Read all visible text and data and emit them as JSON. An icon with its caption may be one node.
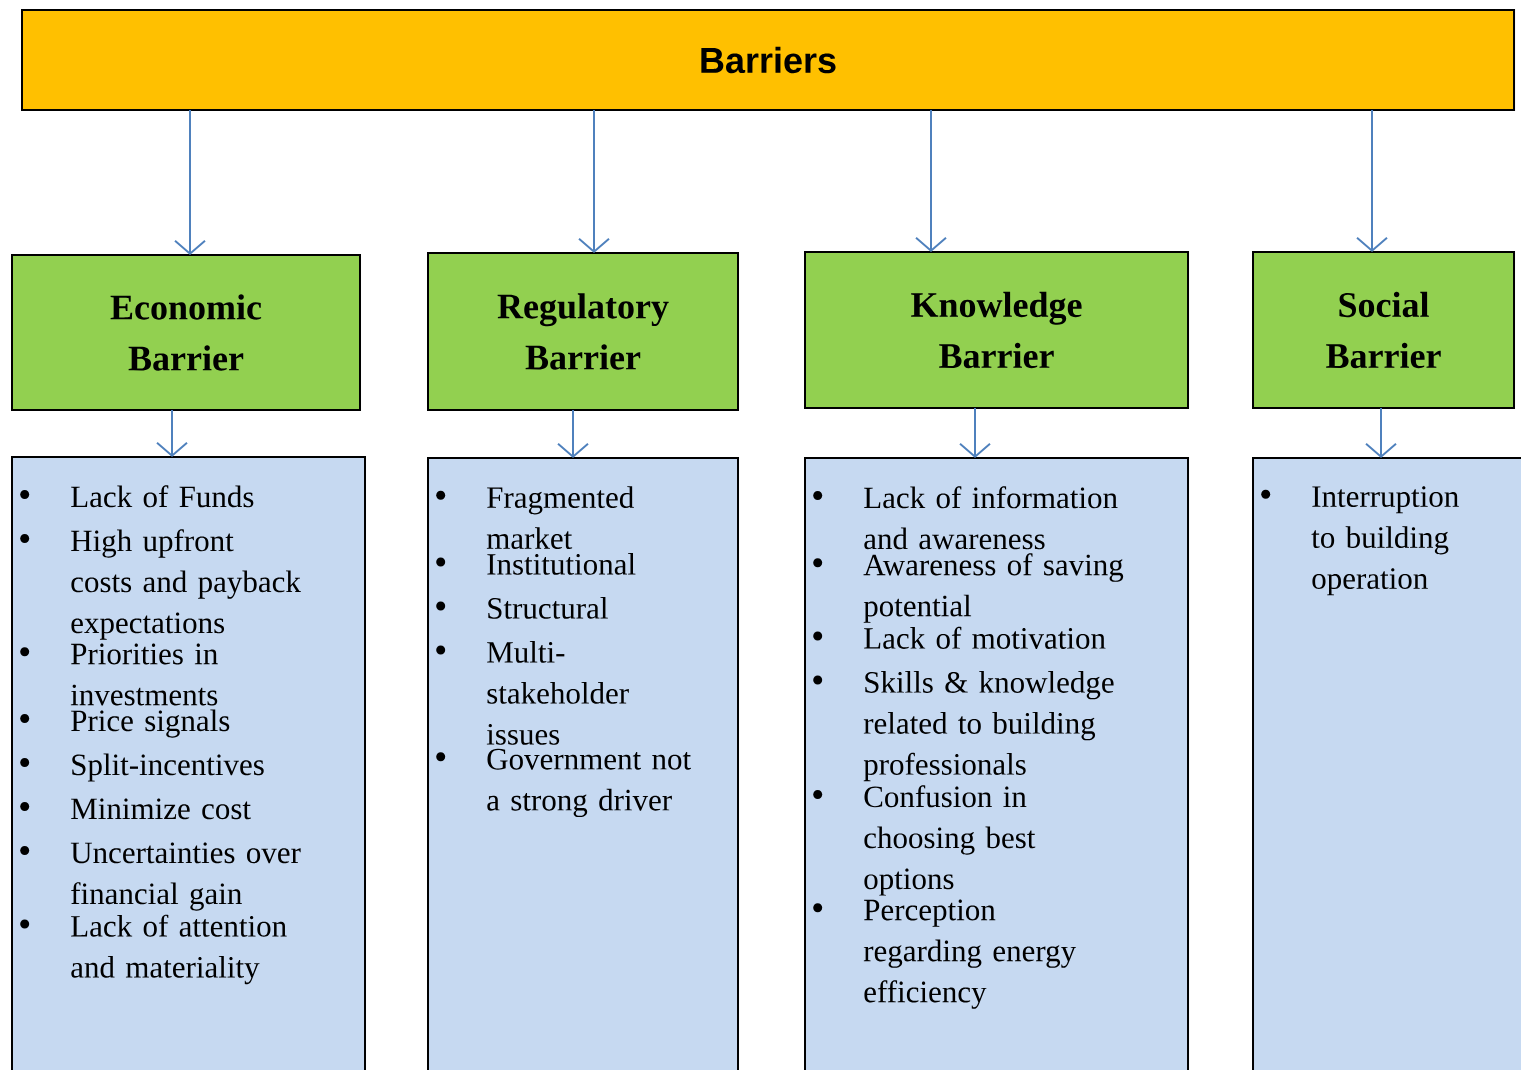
{
  "diagram": {
    "nodes": [
      {
        "text": [
          "Barriers"
        ]
      },
      {
        "text": [
          "Economic Barrier"
        ]
      },
      {
        "text": [
          "Regulatory Barrier"
        ]
      },
      {
        "text": [
          "Knowledge Barrier"
        ]
      },
      {
        "text": [
          "Social Barrier"
        ]
      },
      {
        "text": [
          "Lack of Funds",
          "High upfront costs and payback expectations",
          "Priorities in investments",
          "Price signals",
          "Split-incentives",
          "Minimize cost",
          "Uncertainties over financial gain",
          "Lack of attention and materiality"
        ]
      },
      {
        "text": [
          "Fragmented market",
          "Institutional",
          "Structural",
          "Multi-stakeholder issues",
          "Government not a strong driver"
        ]
      },
      {
        "text": [
          "Lack of information and awareness",
          "Awareness of saving potential",
          "Lack of motivation",
          "Skills & knowledge related to building professionals",
          "Confusion in choosing best options",
          "Perception regarding energy efficiency"
        ]
      },
      {
        "text": [
          "Interruption to building operation"
        ]
      }
    ],
    "edges": [
      {
        "from": 0,
        "to": 1,
        "arrow": "to"
      },
      {
        "from": 0,
        "to": 2,
        "arrow": "to"
      },
      {
        "from": 0,
        "to": 3,
        "arrow": "to"
      },
      {
        "from": 0,
        "to": 4,
        "arrow": "to"
      },
      {
        "from": 1,
        "to": 5,
        "arrow": "to"
      },
      {
        "from": 2,
        "to": 6,
        "arrow": "to"
      },
      {
        "from": 3,
        "to": 7,
        "arrow": "to"
      },
      {
        "from": 4,
        "to": 8,
        "arrow": "to"
      }
    ]
  }
}
